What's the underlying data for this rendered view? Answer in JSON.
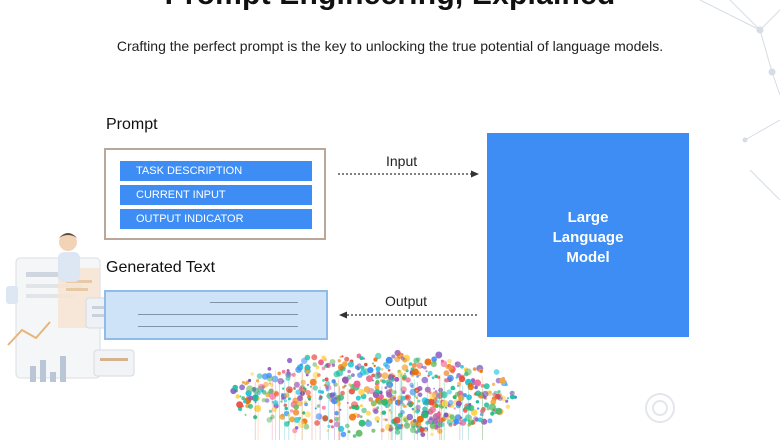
{
  "header": {
    "title": "Prompt Engineering, Explained",
    "subtitle": "Crafting the perfect prompt is the key to unlocking the true potential of language models."
  },
  "prompt": {
    "label": "Prompt",
    "items": [
      "TASK DESCRIPTION",
      "CURRENT INPUT",
      "OUTPUT INDICATOR"
    ]
  },
  "generated": {
    "label": "Generated Text"
  },
  "model": {
    "label": "Large\nLanguage\nModel"
  },
  "arrows": {
    "input_label": "Input",
    "output_label": "Output"
  },
  "colors": {
    "accent_blue": "#3d8df5",
    "generated_fill": "#cfe3f8",
    "prompt_border": "#b9a89a"
  }
}
